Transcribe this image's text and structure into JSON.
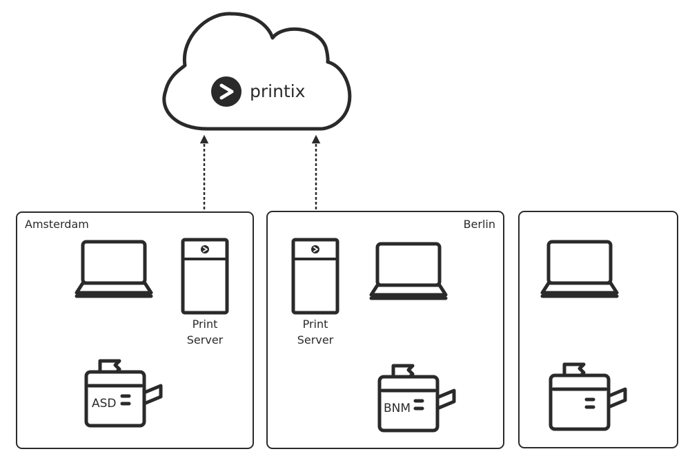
{
  "cloud": {
    "brand": "printix",
    "logo_icon": "printix-logo-icon"
  },
  "sites": [
    {
      "name": "Amsterdam",
      "server_label_1": "Print",
      "server_label_2": "Server",
      "printer_code": "ASD"
    },
    {
      "name": "Berlin",
      "server_label_1": "Print",
      "server_label_2": "Server",
      "printer_code": "BNM"
    },
    {
      "name": "",
      "printer_code": ""
    }
  ],
  "colors": {
    "stroke": "#2a2a2a",
    "background": "#ffffff"
  }
}
